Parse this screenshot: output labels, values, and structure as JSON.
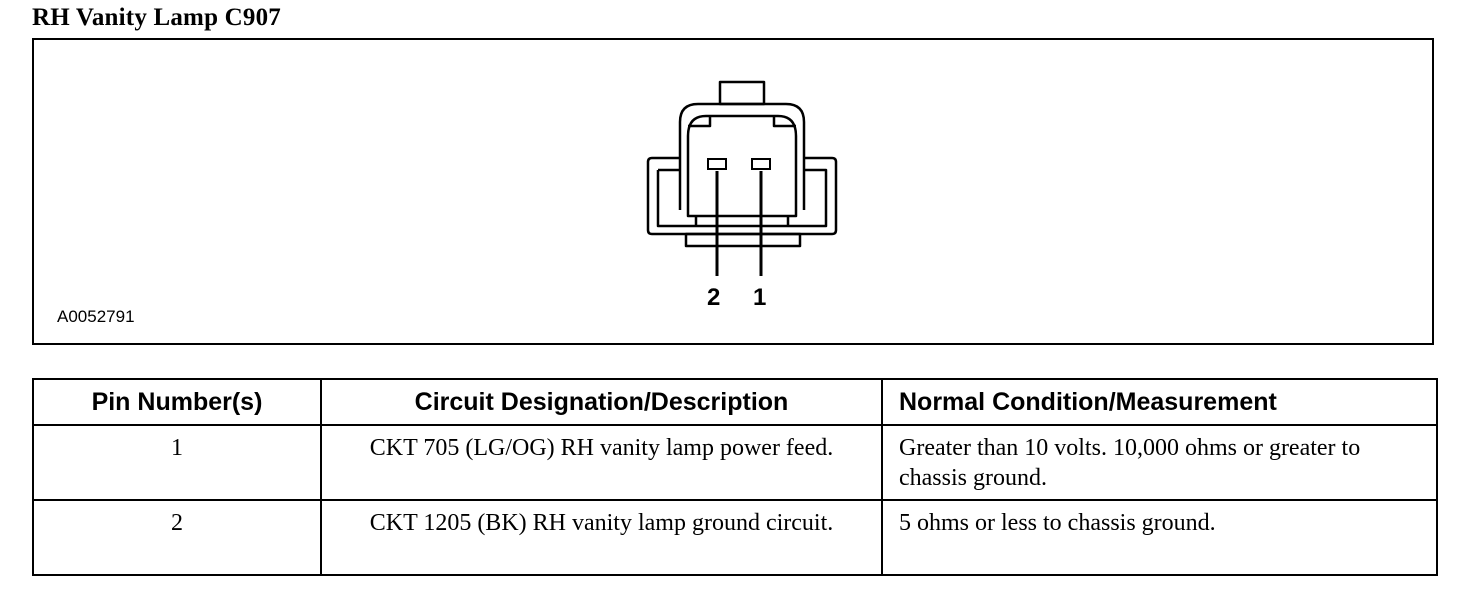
{
  "title": "RH Vanity Lamp C907",
  "figure": {
    "id": "A0052791",
    "pin_labels": [
      "2",
      "1"
    ]
  },
  "table": {
    "headers": [
      "Pin Number(s)",
      "Circuit Designation/Description",
      "Normal Condition/Measurement"
    ],
    "rows": [
      {
        "pin": "1",
        "circuit": "CKT 705 (LG/OG) RH vanity lamp power feed.",
        "condition": "Greater than 10 volts. 10,000 ohms or greater to chassis ground."
      },
      {
        "pin": "2",
        "circuit": "CKT 1205 (BK) RH vanity lamp ground circuit.",
        "condition": "5 ohms or less to chassis ground."
      }
    ]
  }
}
